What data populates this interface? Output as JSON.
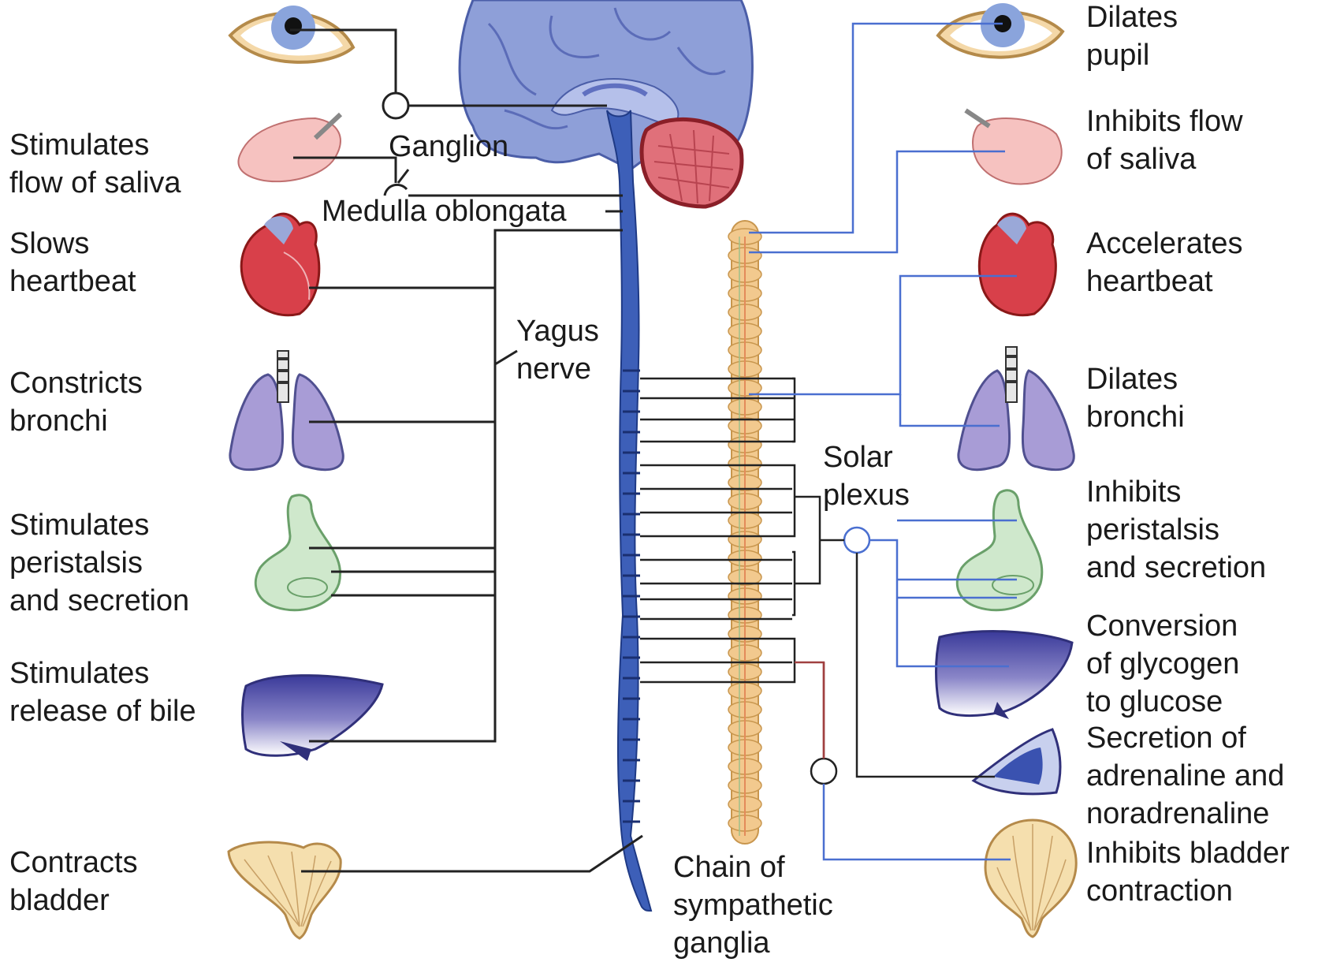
{
  "parasympathetic": {
    "pupil_note": "",
    "saliva": [
      "Stimulates",
      "flow of saliva"
    ],
    "heart": [
      "Slows",
      "heartbeat"
    ],
    "bronchi": [
      "Constricts",
      "bronchi"
    ],
    "stomach": [
      "Stimulates",
      "peristalsis",
      "and secretion"
    ],
    "liver": [
      "Stimulates",
      "release of bile"
    ],
    "bladder": [
      "Contracts",
      "bladder"
    ]
  },
  "sympathetic": {
    "pupil": [
      "Dilates",
      "pupil"
    ],
    "saliva": [
      "Inhibits flow",
      "of saliva"
    ],
    "heart": [
      "Accelerates",
      "heartbeat"
    ],
    "bronchi": [
      "Dilates",
      "bronchi"
    ],
    "stomach": [
      "Inhibits",
      "peristalsis",
      "and secretion"
    ],
    "liver": [
      "Conversion",
      "of glycogen",
      "to glucose"
    ],
    "adrenal": [
      "Secretion of",
      "adrenaline and",
      "noradrenaline"
    ],
    "bladder": [
      "Inhibits bladder",
      "contraction"
    ]
  },
  "structures": {
    "ganglion": "Ganglion",
    "medulla": "Medulla oblongata",
    "vagus": [
      "Yagus",
      "nerve"
    ],
    "solar_plexus": [
      "Solar",
      "plexus"
    ],
    "chain": [
      "Chain of",
      "sympathetic",
      "ganglia"
    ]
  },
  "colors": {
    "spinal_cord": "#3d5fb8",
    "brain": "#8e9fd8",
    "cerebellum": "#e0707a",
    "ganglia_chain": "#f2c98e",
    "parasympathetic_line": "#222222",
    "sympathetic_line": "#4a6fd0"
  }
}
